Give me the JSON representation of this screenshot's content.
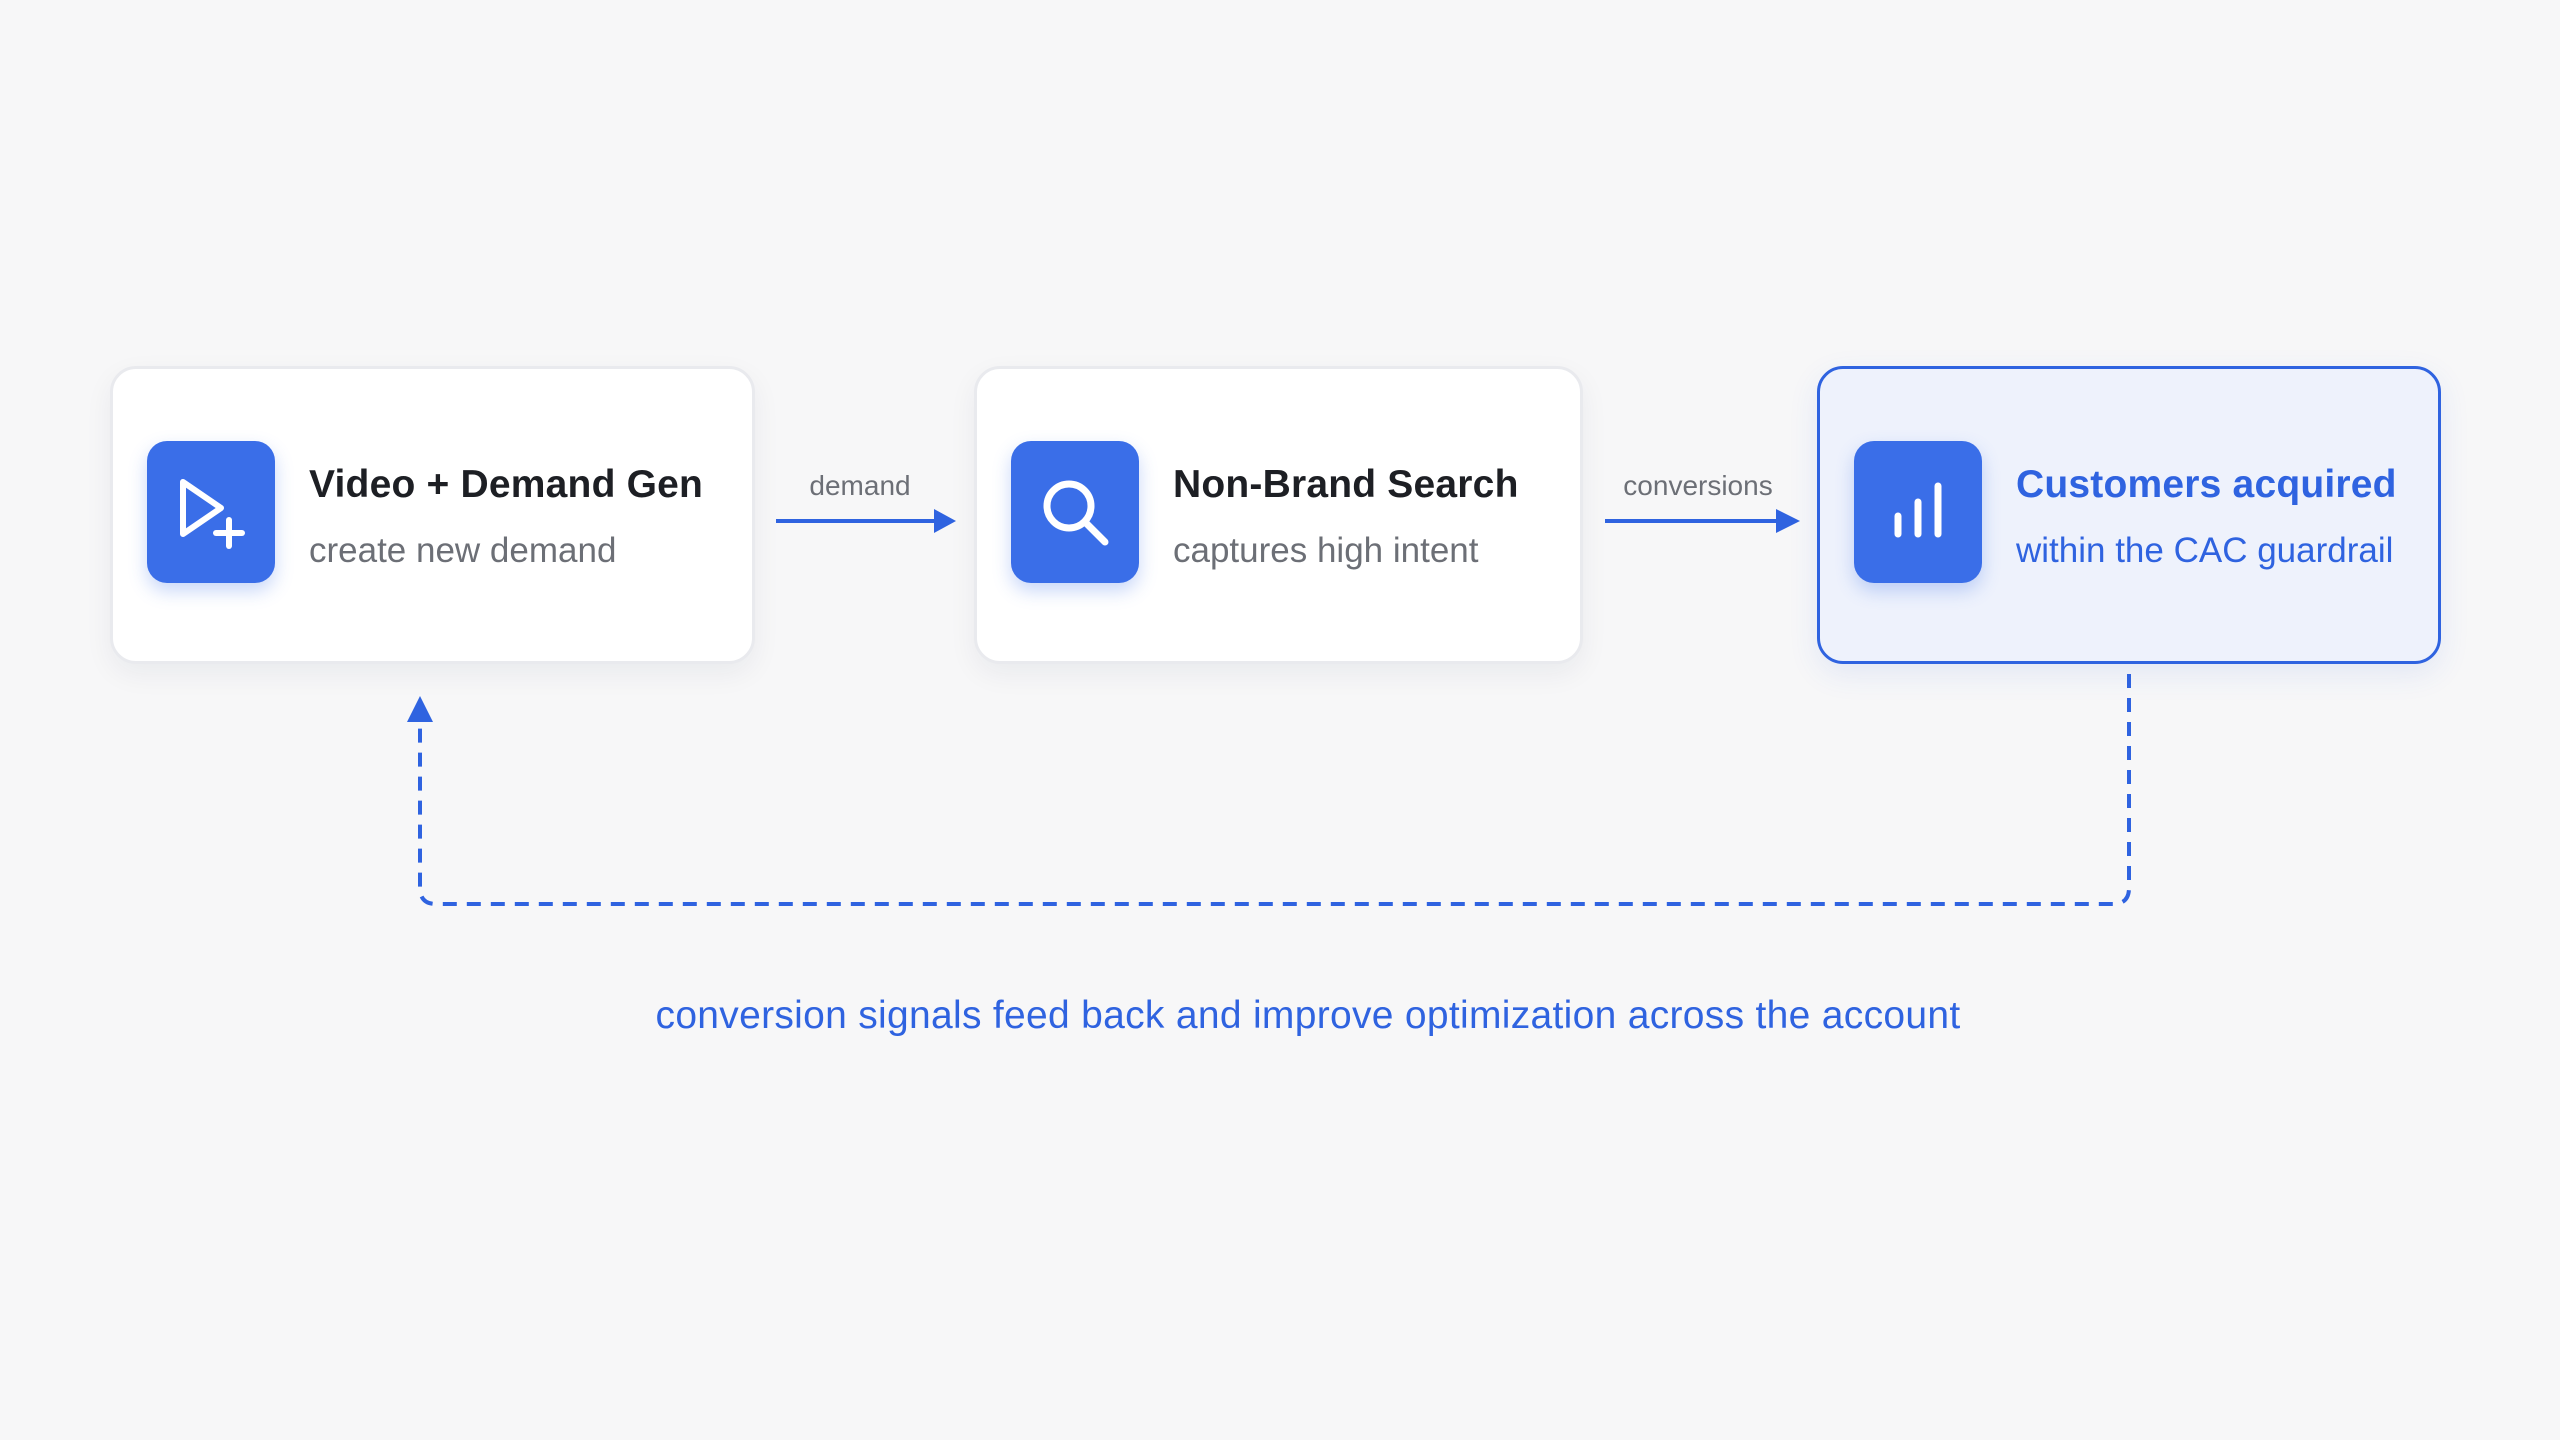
{
  "nodes": [
    {
      "title": "Video + Demand Gen",
      "subtitle": "create new demand",
      "icon": "play-plus-icon"
    },
    {
      "title": "Non-Brand Search",
      "subtitle": "captures high intent",
      "icon": "search-icon"
    },
    {
      "title": "Customers acquired",
      "subtitle": "within the CAC guardrail",
      "icon": "bar-chart-icon"
    }
  ],
  "edges": [
    {
      "from": 0,
      "to": 1,
      "label": "demand"
    },
    {
      "from": 1,
      "to": 2,
      "label": "conversions"
    }
  ],
  "feedback": {
    "from": 2,
    "to": 0,
    "style": "dashed",
    "caption": "conversion signals feed back and improve optimization across the account"
  },
  "colors": {
    "accent": "#2f63e0",
    "icon_tile": "#3a6ee8",
    "highlight_bg": "#eef2fc",
    "card_border": "#e9eaee",
    "title_text": "#1d1f24",
    "muted_text": "#6c6f76",
    "background": "#f7f7f8"
  }
}
